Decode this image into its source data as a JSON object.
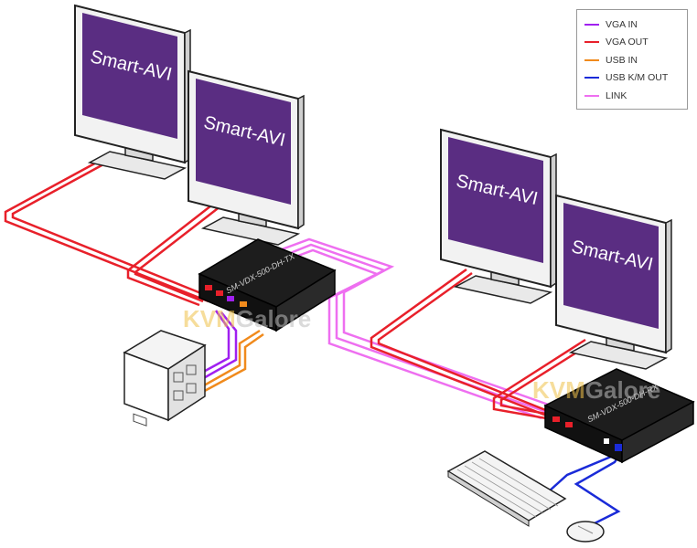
{
  "legend": {
    "items": [
      {
        "label": "VGA IN",
        "color": "#a020f0"
      },
      {
        "label": "VGA OUT",
        "color": "#e8202a"
      },
      {
        "label": "USB IN",
        "color": "#f08a1c"
      },
      {
        "label": "USB K/M OUT",
        "color": "#1a2bd8"
      },
      {
        "label": "LINK",
        "color": "#ee6ff0"
      }
    ]
  },
  "monitors": {
    "brand_text": "Smart-AVI",
    "screen_color": "#5a2d82"
  },
  "devices": {
    "transmitter_label": "SM-VDX-500-DH-TX",
    "receiver_label": "SM-VDX-500-DH-RX"
  },
  "watermark": {
    "part1": "KVM",
    "part2": "Galore"
  }
}
